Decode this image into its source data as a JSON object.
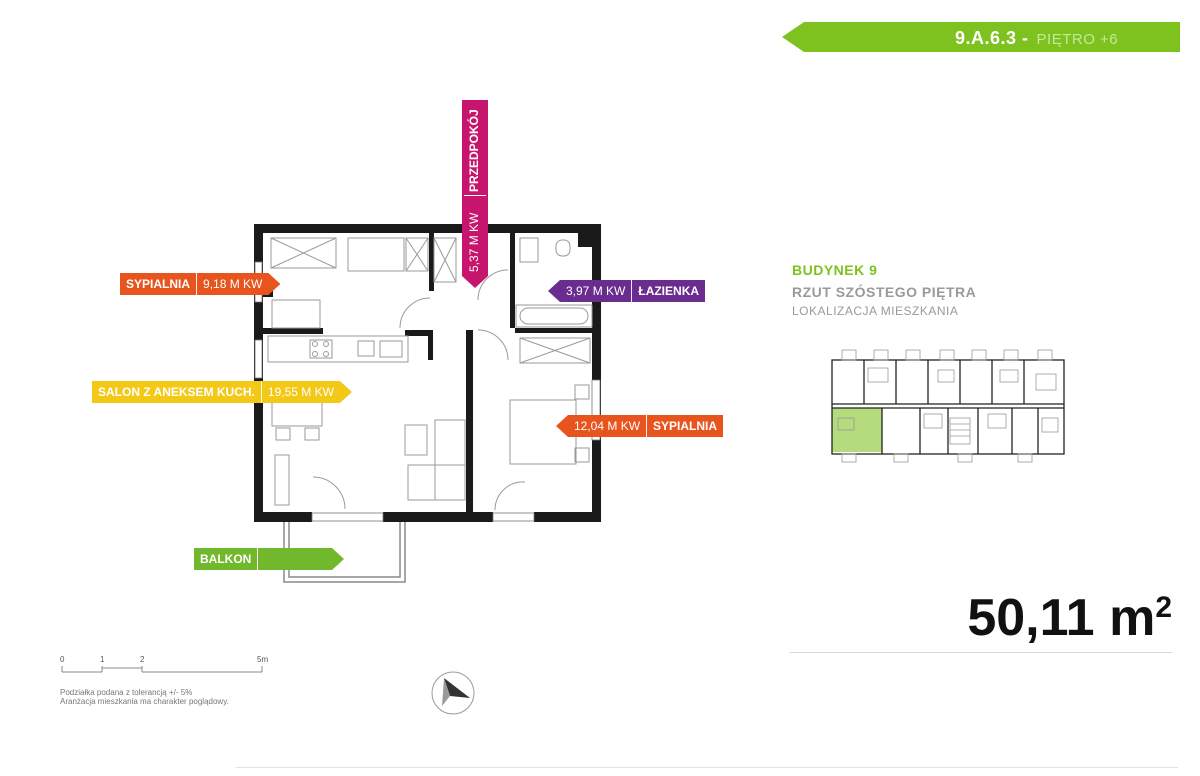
{
  "header": {
    "unit_code": "9.A.6.3 -",
    "floor_label": "PIĘTRO +6"
  },
  "rooms": {
    "bedroom1": {
      "name": "SYPIALNIA",
      "area": "9,18 M KW",
      "color": "#e8541e"
    },
    "living": {
      "name": "SALON Z ANEKSEM KUCH.",
      "area": "19,55 M KW",
      "color": "#f4c816"
    },
    "hall": {
      "name": "PRZEDPOKÓJ",
      "area": "5,37 M KW",
      "color": "#c7156d"
    },
    "bathroom": {
      "name": "ŁAZIENKA",
      "area": "3,97 M KW",
      "color": "#6a2c8e"
    },
    "bedroom2": {
      "name": "SYPIALNIA",
      "area": "12,04 M KW",
      "color": "#e8541e"
    },
    "balcony": {
      "name": "BALKON",
      "color": "#72b82c"
    }
  },
  "building": {
    "name": "BUDYNEK 9",
    "plan_label": "RZUT SZÓSTEGO PIĘTRA",
    "location_label": "LOKALIZACJA MIESZKANIA",
    "accent": "#7dc21e"
  },
  "total_area": {
    "value": "50,11",
    "unit": "m",
    "exponent": "2"
  },
  "scale": {
    "labels": [
      "0",
      "1",
      "2",
      "5m"
    ]
  },
  "notes": [
    "Podziałka podana z tolerancją +/- 5%",
    "Aranżacja mieszkania ma charakter poglądowy."
  ],
  "icons": {
    "compass": "compass-icon"
  }
}
